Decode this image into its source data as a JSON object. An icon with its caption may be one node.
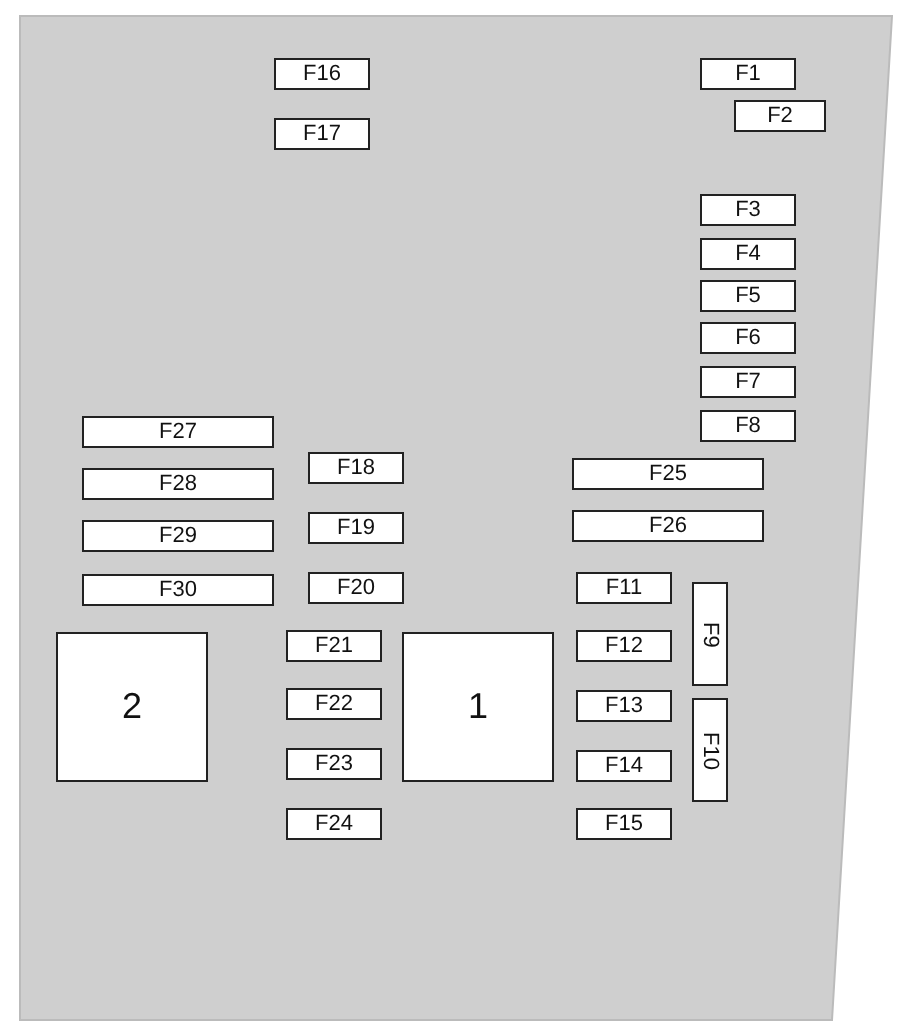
{
  "diagram": {
    "nodes": [
      {
        "text": [
          "F16"
        ]
      },
      {
        "text": [
          "F1"
        ]
      },
      {
        "text": [
          "F2"
        ]
      },
      {
        "text": [
          "F17"
        ]
      },
      {
        "text": [
          "F3"
        ]
      },
      {
        "text": [
          "F4"
        ]
      },
      {
        "text": [
          "F5"
        ]
      },
      {
        "text": [
          "F6"
        ]
      },
      {
        "text": [
          "F7"
        ]
      },
      {
        "text": [
          "F8"
        ]
      },
      {
        "text": [
          "F27"
        ]
      },
      {
        "text": [
          "F18"
        ]
      },
      {
        "text": [
          "F25"
        ]
      },
      {
        "text": [
          "F28"
        ]
      },
      {
        "text": [
          "F26"
        ]
      },
      {
        "text": [
          "F19"
        ]
      },
      {
        "text": [
          "F29"
        ]
      },
      {
        "text": [
          "F30"
        ]
      },
      {
        "text": [
          "F20"
        ]
      },
      {
        "text": [
          "F11"
        ]
      },
      {
        "text": [
          "F9"
        ]
      },
      {
        "text": [
          "2"
        ]
      },
      {
        "text": [
          "F21"
        ]
      },
      {
        "text": [
          "1"
        ]
      },
      {
        "text": [
          "F12"
        ]
      },
      {
        "text": [
          "F22"
        ]
      },
      {
        "text": [
          "F13"
        ]
      },
      {
        "text": [
          "F10"
        ]
      },
      {
        "text": [
          "F23"
        ]
      },
      {
        "text": [
          "F14"
        ]
      },
      {
        "text": [
          "F24"
        ]
      },
      {
        "text": [
          "F15"
        ]
      }
    ]
  }
}
